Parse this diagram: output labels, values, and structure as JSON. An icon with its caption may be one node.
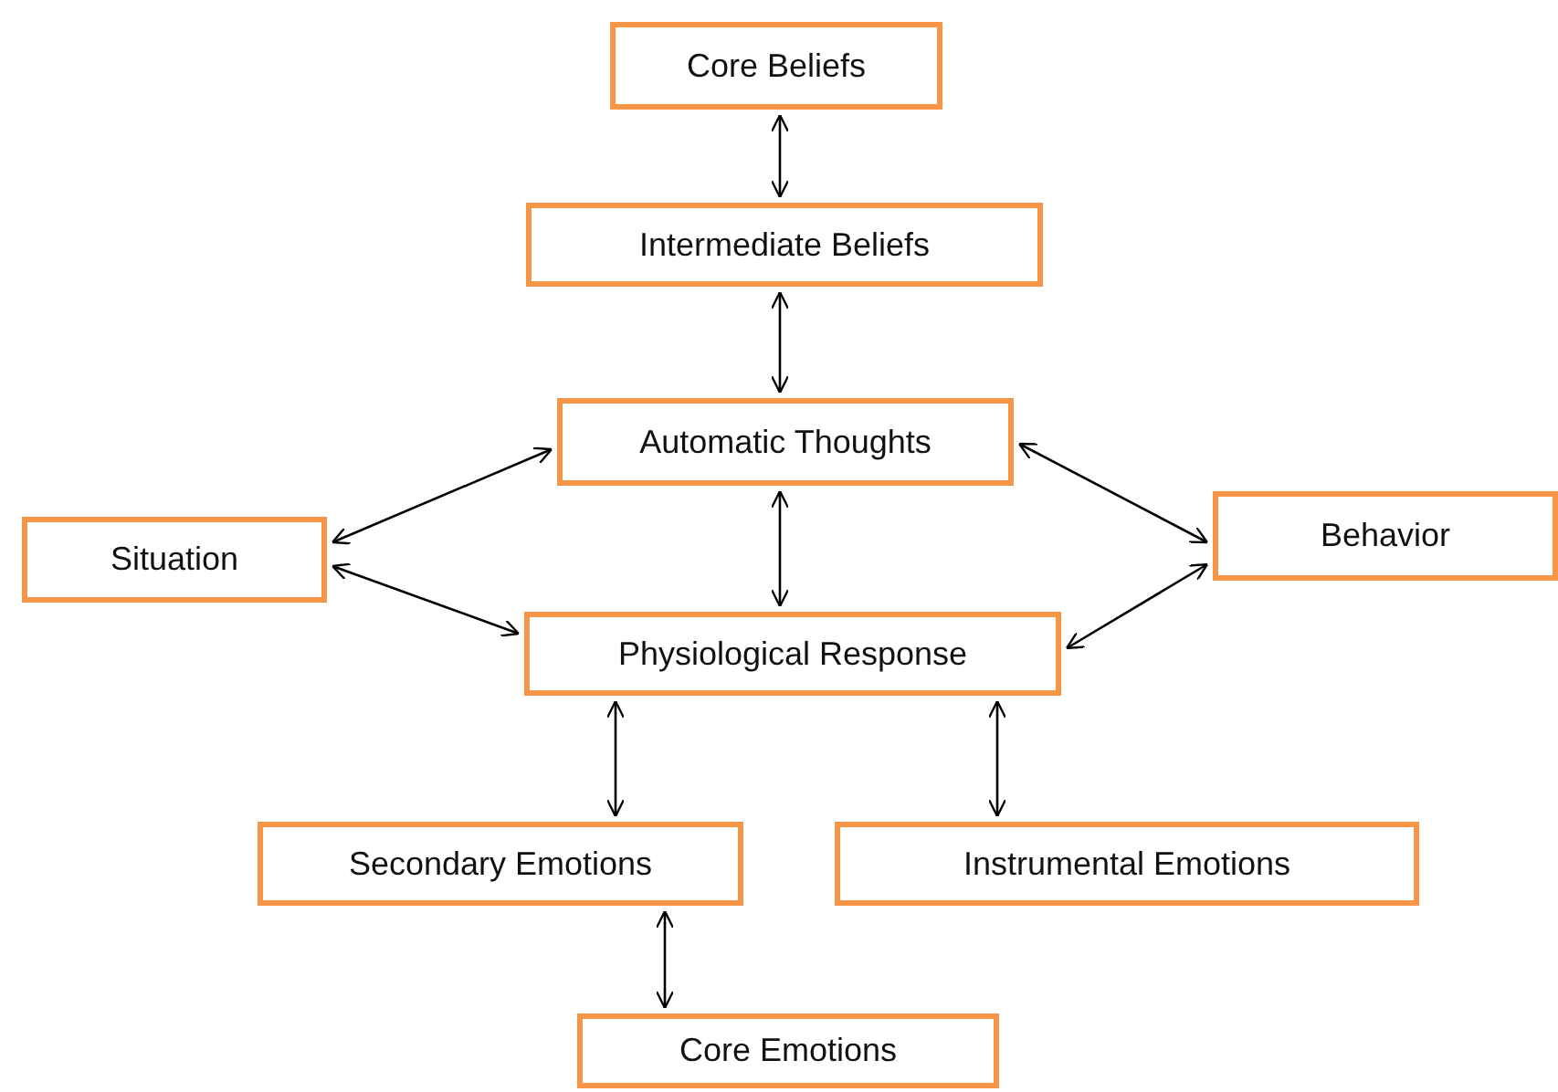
{
  "diagram": {
    "nodes": [
      {
        "text": [
          "Core Beliefs"
        ]
      },
      {
        "text": [
          "Intermediate Beliefs"
        ]
      },
      {
        "text": [
          "Automatic Thoughts"
        ]
      },
      {
        "text": [
          "Situation"
        ]
      },
      {
        "text": [
          "Behavior"
        ]
      },
      {
        "text": [
          "Physiological Response"
        ]
      },
      {
        "text": [
          "Secondary Emotions"
        ]
      },
      {
        "text": [
          "Instrumental Emotions"
        ]
      },
      {
        "text": [
          "Core Emotions"
        ]
      }
    ],
    "edges": [
      {
        "from": 0,
        "to": 1,
        "arrow": "both"
      },
      {
        "from": 1,
        "to": 2,
        "arrow": "both"
      },
      {
        "from": 2,
        "to": 5,
        "arrow": "both"
      },
      {
        "from": 3,
        "to": 2,
        "arrow": "both"
      },
      {
        "from": 3,
        "to": 5,
        "arrow": "both"
      },
      {
        "from": 2,
        "to": 4,
        "arrow": "both"
      },
      {
        "from": 5,
        "to": 4,
        "arrow": "both"
      },
      {
        "from": 5,
        "to": 6,
        "arrow": "both"
      },
      {
        "from": 5,
        "to": 7,
        "arrow": "both"
      },
      {
        "from": 6,
        "to": 8,
        "arrow": "both"
      }
    ]
  }
}
